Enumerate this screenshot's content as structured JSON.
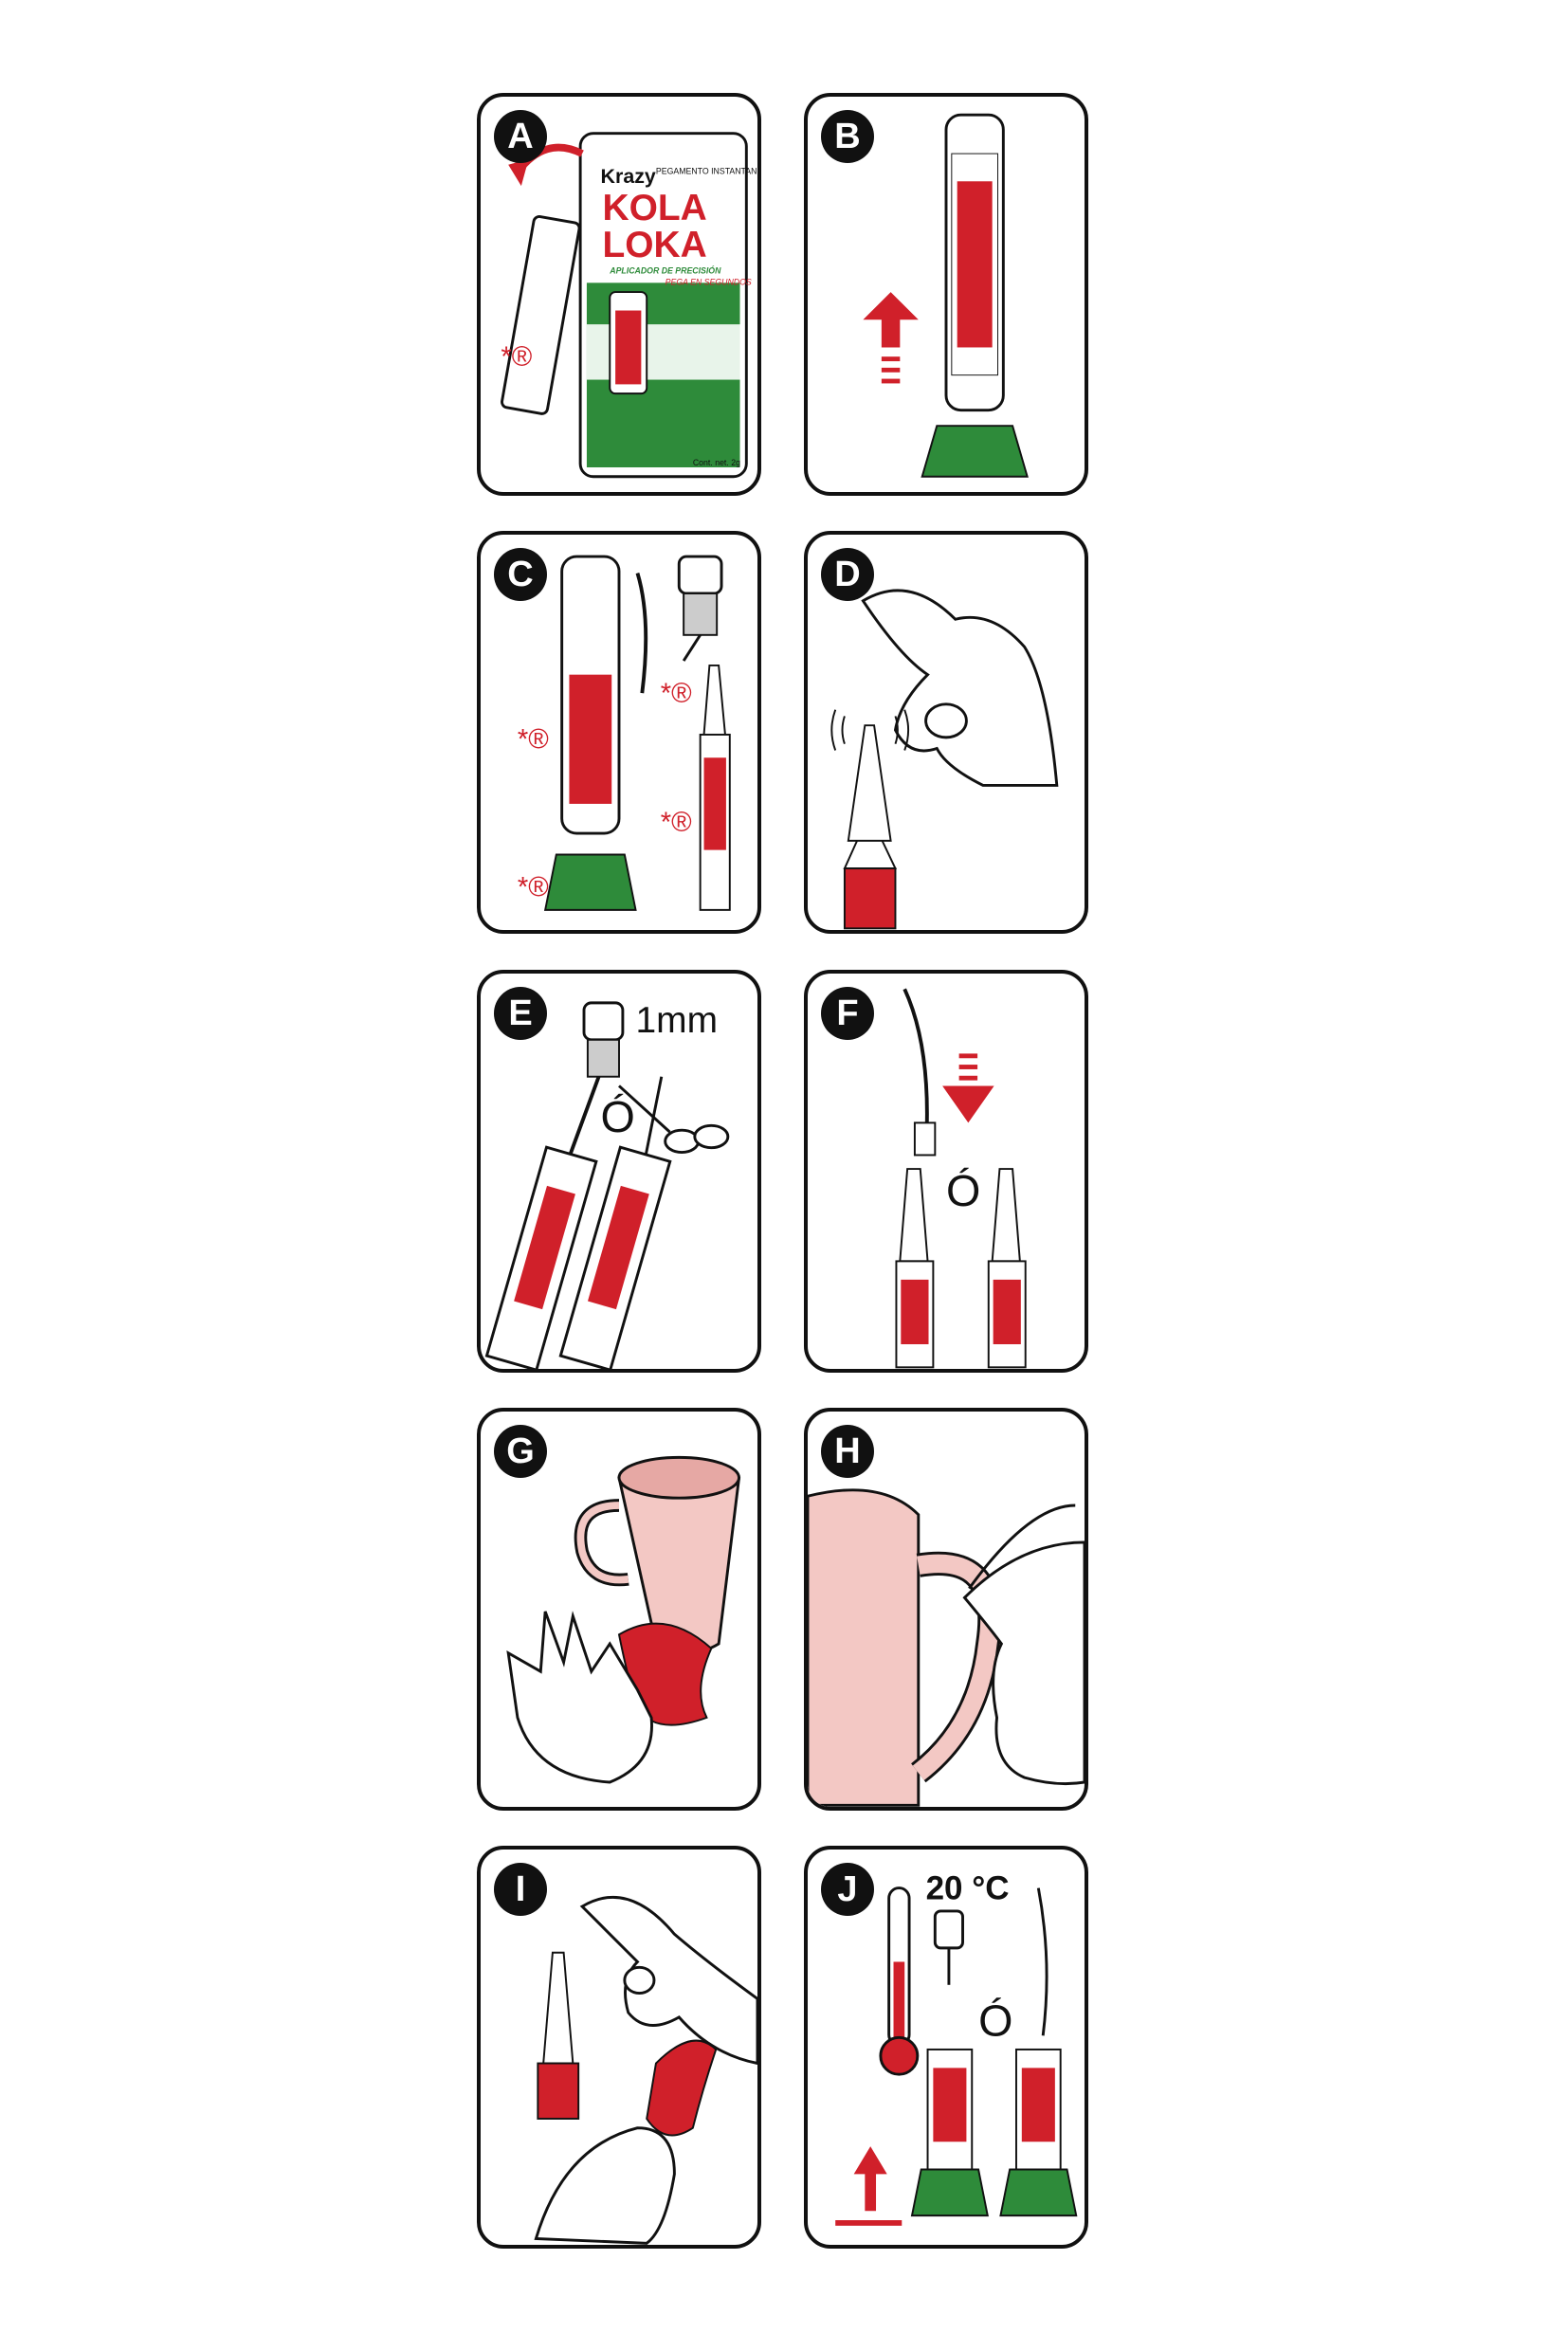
{
  "panels": [
    {
      "letter": "A"
    },
    {
      "letter": "B"
    },
    {
      "letter": "C"
    },
    {
      "letter": "D"
    },
    {
      "letter": "E",
      "measure": "1mm",
      "or": "Ó"
    },
    {
      "letter": "F",
      "or": "Ó"
    },
    {
      "letter": "G"
    },
    {
      "letter": "H"
    },
    {
      "letter": "I"
    },
    {
      "letter": "J",
      "temperature": "20 °C",
      "or": "Ó"
    }
  ],
  "package": {
    "brand": "Krazy",
    "product_line1": "KOLA",
    "product_line2": "LOKA",
    "type": "PEGAMENTO INSTANTANEO",
    "subtitle": "APLICADOR DE PRECISIÓN",
    "tagline": "PEGA EN SEGUNDOS",
    "content": "Cont. net. 2g"
  },
  "marks": {
    "registered": "*®"
  },
  "colors": {
    "red": "#d0202a",
    "green": "#2e8b3a",
    "pink": "#f3c8c4",
    "ink": "#111111"
  }
}
